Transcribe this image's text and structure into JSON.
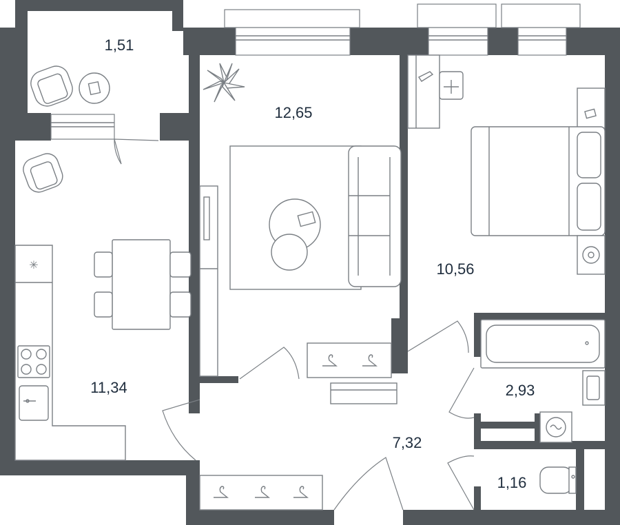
{
  "rooms": {
    "balcony": {
      "area": "1,51"
    },
    "living_room": {
      "area": "12,65"
    },
    "bedroom": {
      "area": "10,56"
    },
    "kitchen": {
      "area": "11,34"
    },
    "hallway": {
      "area": "7,32"
    },
    "bathroom": {
      "area": "2,93"
    },
    "toilet": {
      "area": "1,16"
    }
  },
  "colors": {
    "wall": "#52575b",
    "furniture_stroke": "#7a7f84",
    "label_text": "#1f2d3d",
    "background": "#ffffff"
  }
}
